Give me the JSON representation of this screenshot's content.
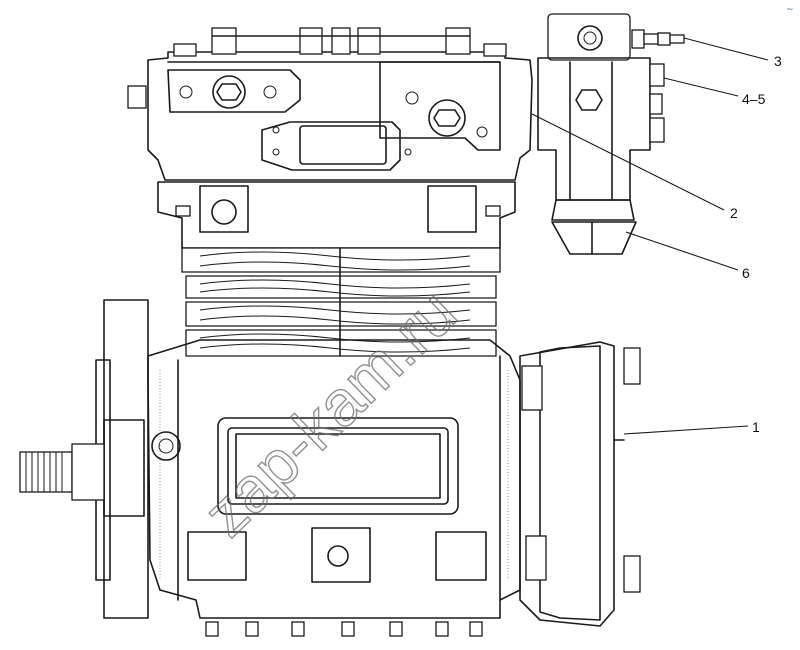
{
  "figure": {
    "callouts": [
      {
        "id": "c3",
        "label": "3"
      },
      {
        "id": "c45",
        "label": "4–5"
      },
      {
        "id": "c2",
        "label": "2"
      },
      {
        "id": "c6",
        "label": "6"
      },
      {
        "id": "c1",
        "label": "1"
      }
    ],
    "watermark": "zap-kam.ru",
    "corner_mark": "~"
  }
}
